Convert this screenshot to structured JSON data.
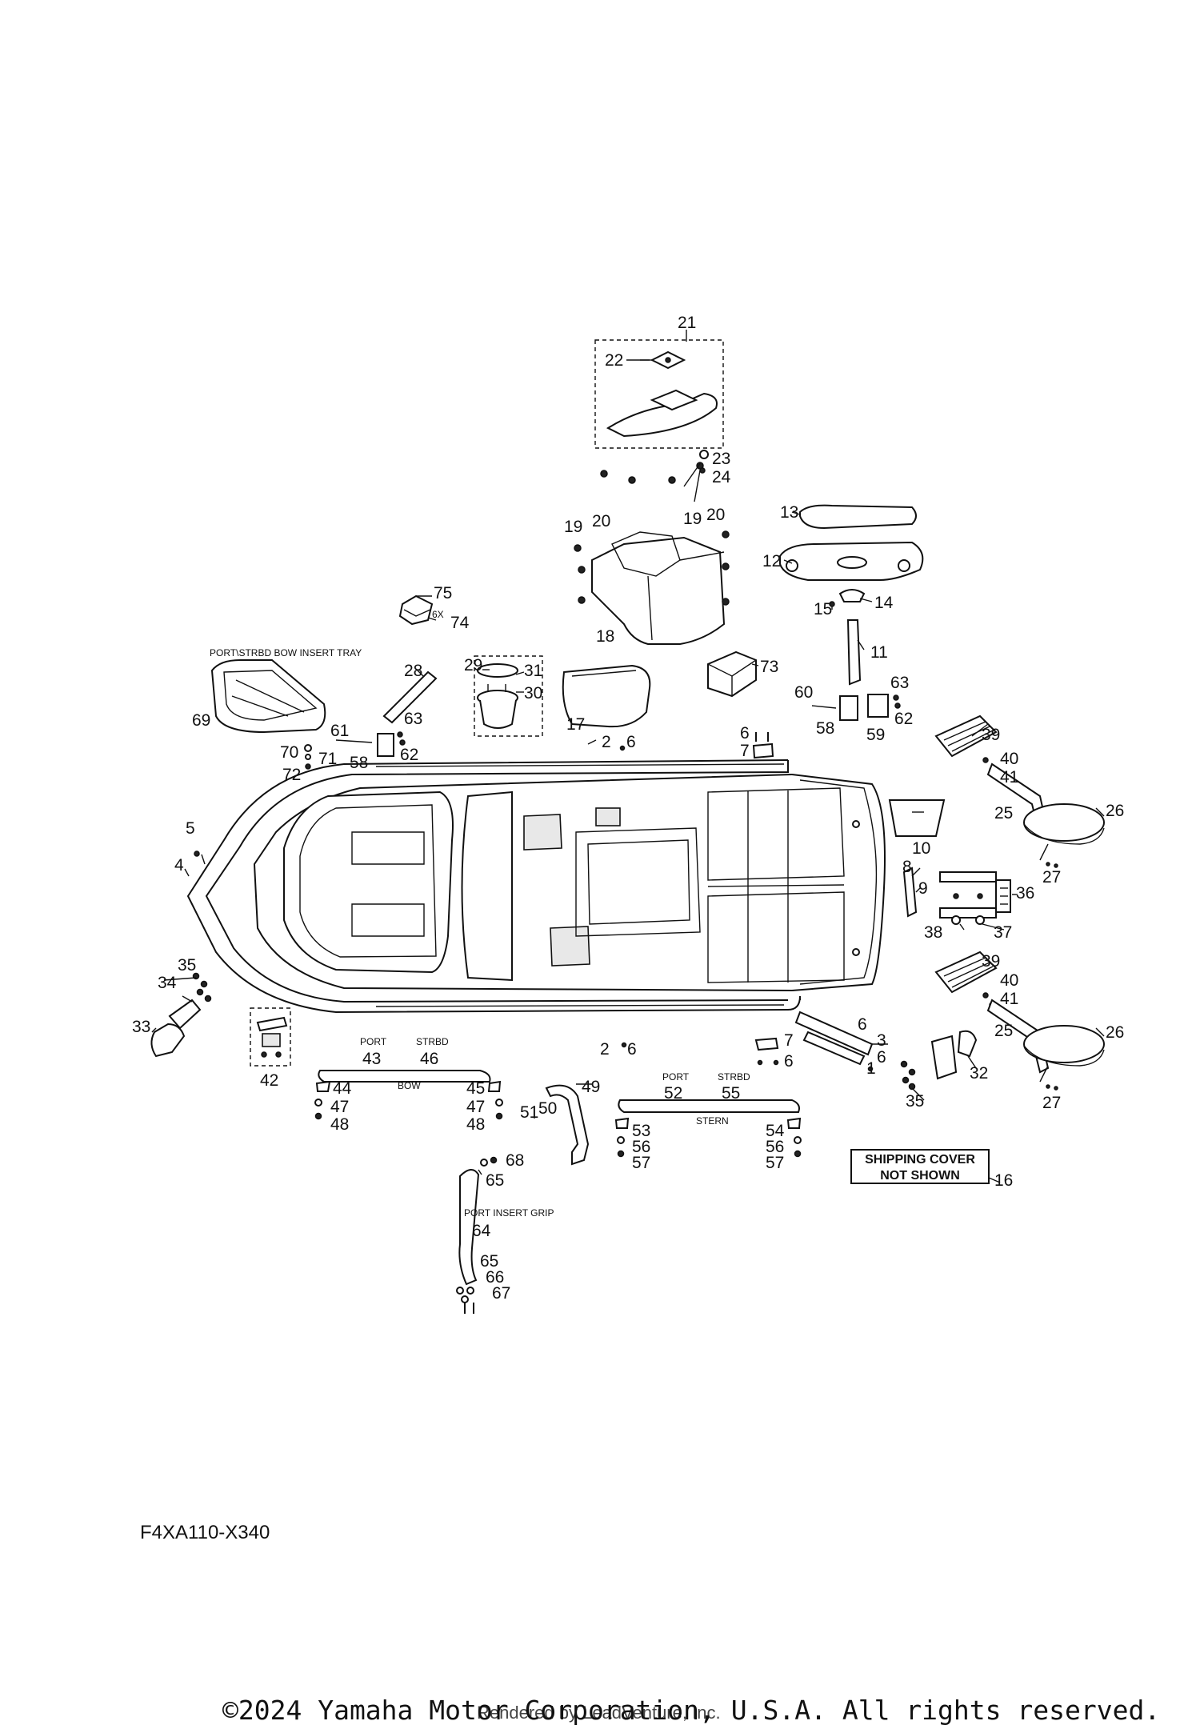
{
  "diagram": {
    "code": "F4XA110-X340",
    "copyright": "©2024 Yamaha Motor Corporation, U.S.A. All rights reserved.",
    "rendered_by": "Rendered by LeadVenture, Inc.",
    "annotations": {
      "bow_insert_tray": "PORT\\STRBD BOW INSERT TRAY",
      "bow_port": "PORT",
      "bow_strbd": "STRBD",
      "bow": "BOW",
      "stern_port": "PORT",
      "stern_strbd": "STRBD",
      "stern": "STERN",
      "port_insert_grip": "PORT INSERT GRIP",
      "six_x": "6X",
      "shipping_cover_line1": "SHIPPING COVER",
      "shipping_cover_line2": "NOT SHOWN"
    },
    "callouts": {
      "c1": "1",
      "c2": "2",
      "c3": "3",
      "c4": "4",
      "c5": "5",
      "c6": "6",
      "c7": "7",
      "c8": "8",
      "c9": "9",
      "c10": "10",
      "c11": "11",
      "c12": "12",
      "c13": "13",
      "c14": "14",
      "c15": "15",
      "c16": "16",
      "c17": "17",
      "c18": "18",
      "c19": "19",
      "c20": "20",
      "c21": "21",
      "c22": "22",
      "c23": "23",
      "c24": "24",
      "c25": "25",
      "c26": "26",
      "c27": "27",
      "c28": "28",
      "c29": "29",
      "c30": "30",
      "c31": "31",
      "c32": "32",
      "c33": "33",
      "c34": "34",
      "c35": "35",
      "c36": "36",
      "c37": "37",
      "c38": "38",
      "c39": "39",
      "c40": "40",
      "c41": "41",
      "c42": "42",
      "c43": "43",
      "c44": "44",
      "c45": "45",
      "c46": "46",
      "c47": "47",
      "c48": "48",
      "c49": "49",
      "c50": "50",
      "c51": "51",
      "c52": "52",
      "c53": "53",
      "c54": "54",
      "c55": "55",
      "c56": "56",
      "c57": "57",
      "c58": "58",
      "c59": "59",
      "c60": "60",
      "c61": "61",
      "c62": "62",
      "c63": "63",
      "c64": "64",
      "c65": "65",
      "c66": "66",
      "c67": "67",
      "c68": "68",
      "c69": "69",
      "c70": "70",
      "c71": "71",
      "c72": "72",
      "c73": "73",
      "c74": "74",
      "c75": "75"
    }
  }
}
